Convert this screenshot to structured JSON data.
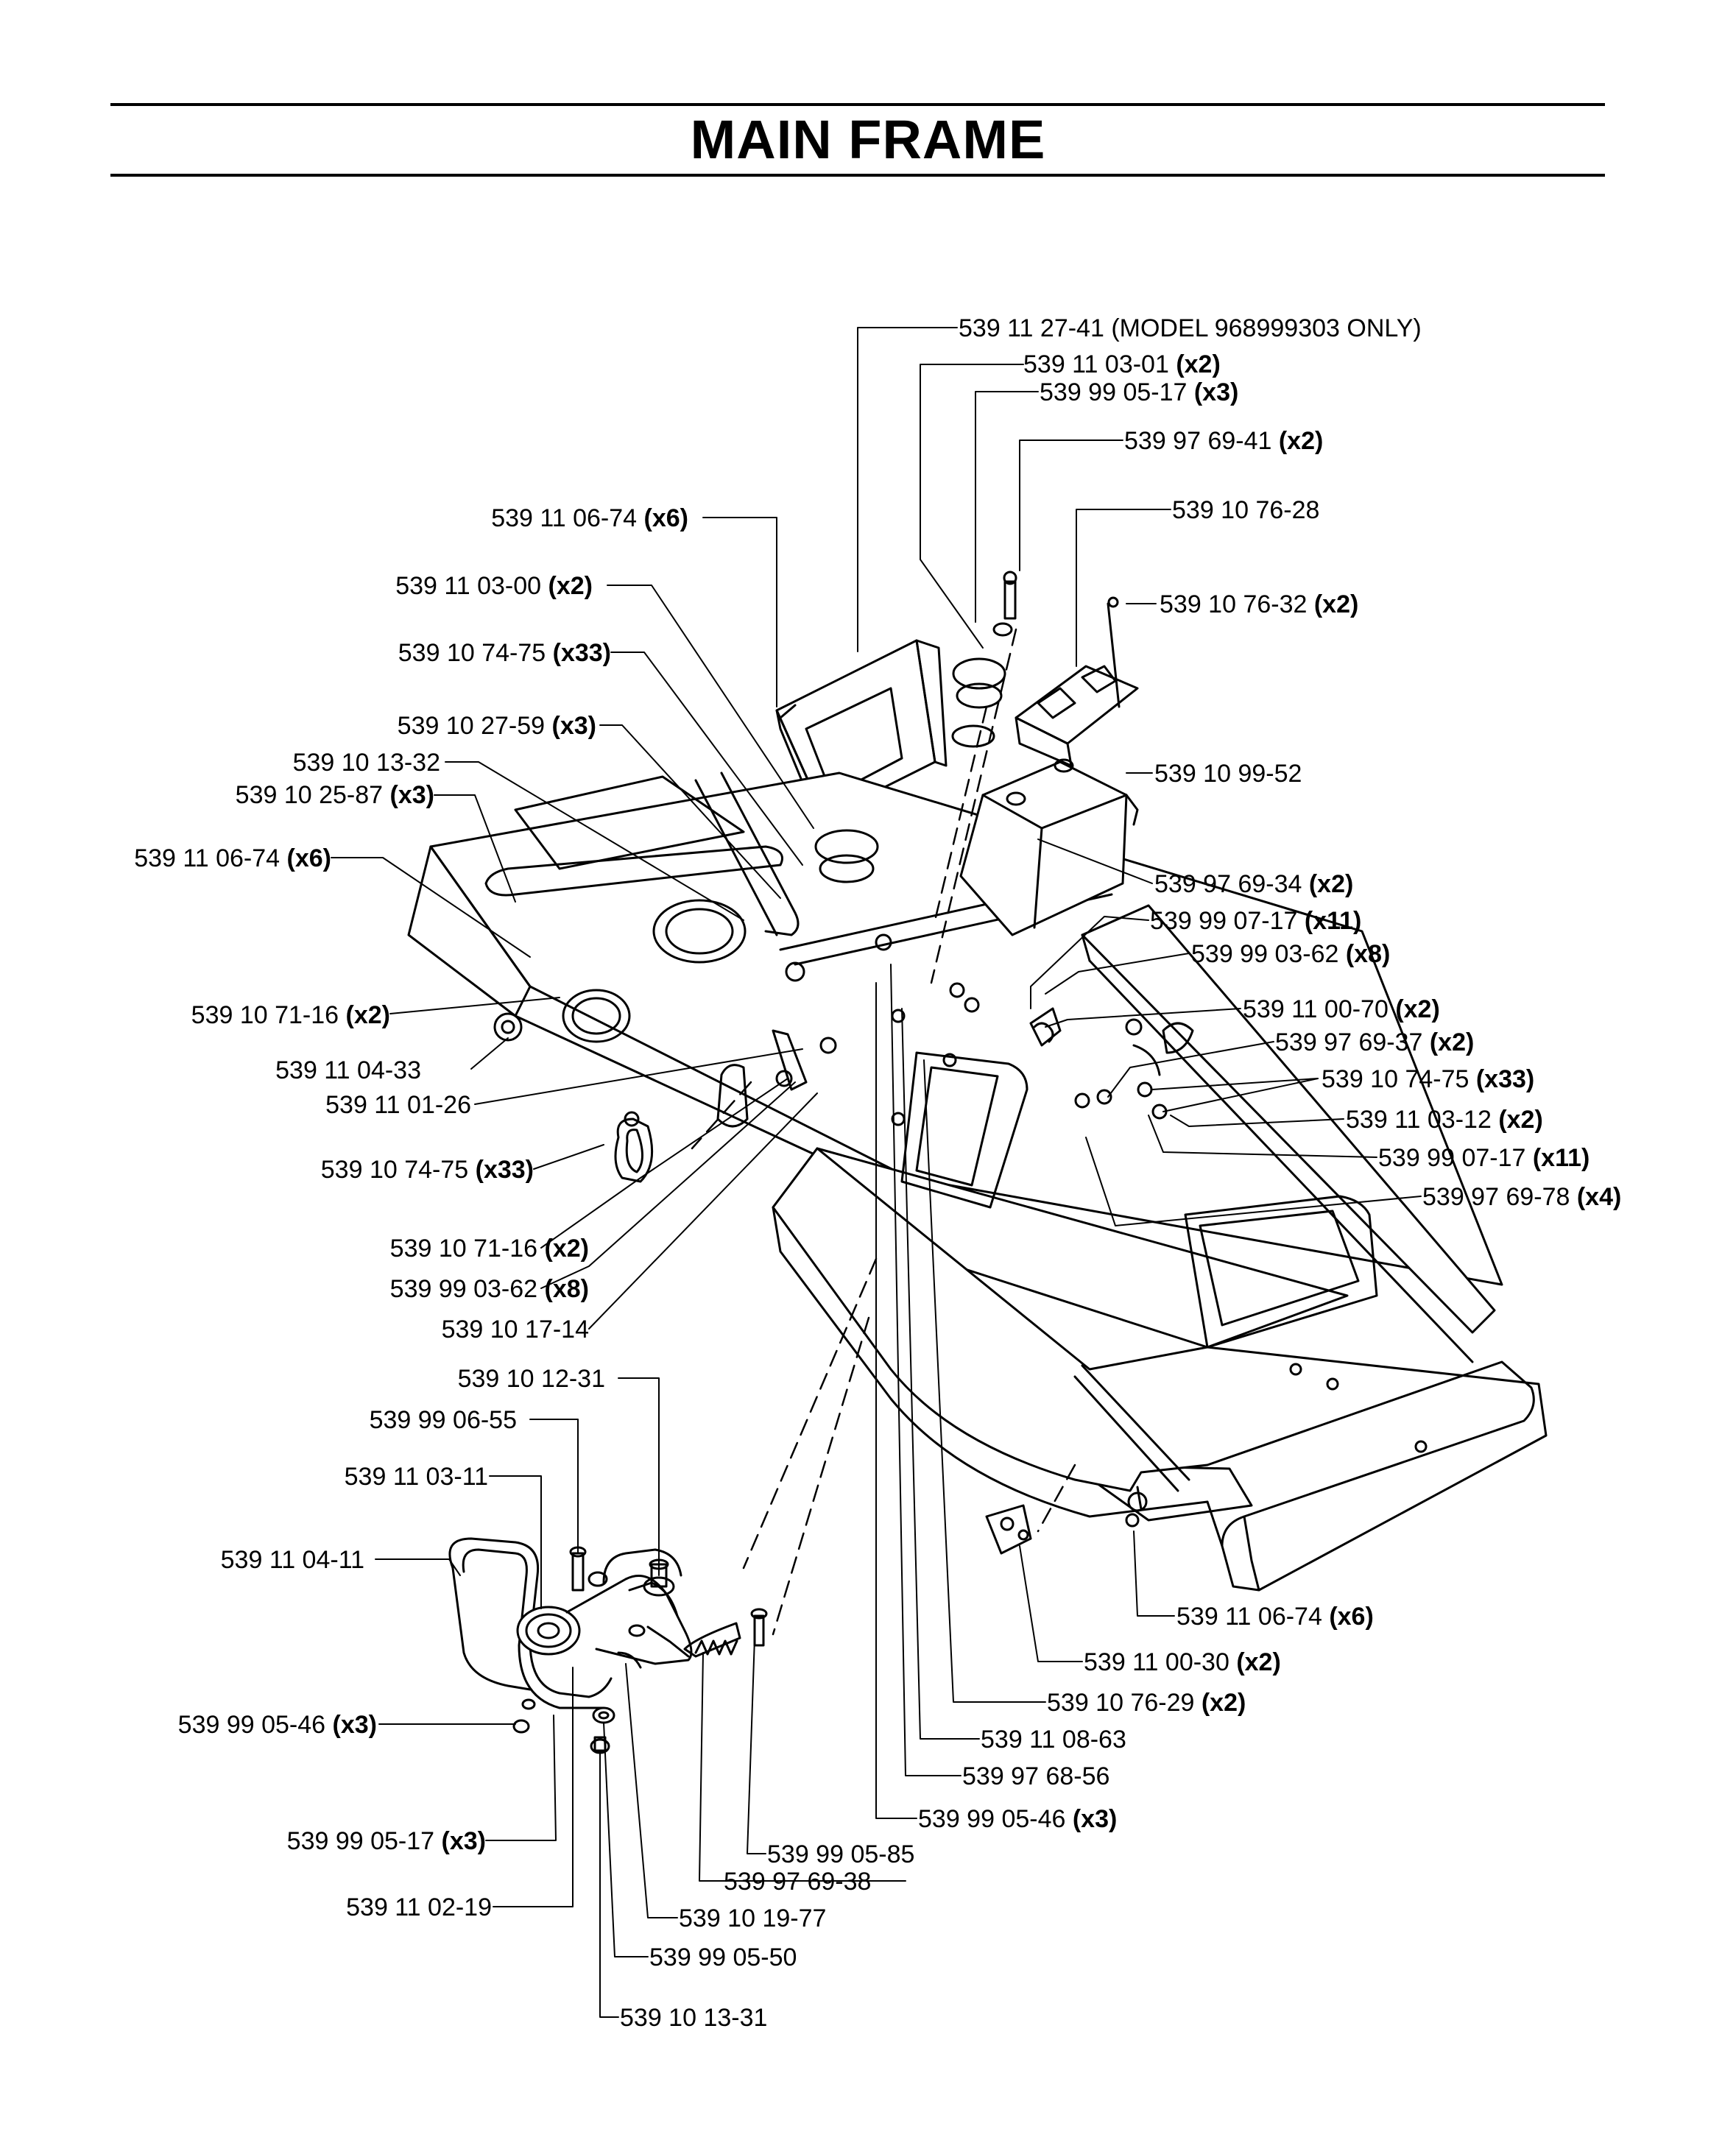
{
  "title": "MAIN FRAME",
  "labels": [
    {
      "id": "l1",
      "part": "539 11 27-41",
      "qty": "",
      "note": "(MODEL 968999303 ONLY)"
    },
    {
      "id": "l2",
      "part": "539 11 03-01",
      "qty": "(x2)"
    },
    {
      "id": "l3",
      "part": "539 99 05-17",
      "qty": "(x3)"
    },
    {
      "id": "l4",
      "part": "539 97 69-41",
      "qty": "(x2)"
    },
    {
      "id": "l5",
      "part": "539 10 76-28",
      "qty": ""
    },
    {
      "id": "l6",
      "part": "539 10 76-32",
      "qty": "(x2)"
    },
    {
      "id": "l7",
      "part": "539 11 06-74",
      "qty": "(x6)"
    },
    {
      "id": "l8",
      "part": "539 11 03-00",
      "qty": "(x2)"
    },
    {
      "id": "l9",
      "part": "539 10 74-75",
      "qty": "(x33)"
    },
    {
      "id": "l10",
      "part": "539 10 27-59",
      "qty": "(x3)"
    },
    {
      "id": "l11",
      "part": "539 10 13-32",
      "qty": ""
    },
    {
      "id": "l12",
      "part": "539 10 25-87",
      "qty": "(x3)"
    },
    {
      "id": "l13",
      "part": "539 11 06-74",
      "qty": "(x6)"
    },
    {
      "id": "l14",
      "part": "539 10 99-52",
      "qty": ""
    },
    {
      "id": "l15",
      "part": "539 97 69-34",
      "qty": "(x2)"
    },
    {
      "id": "l16",
      "part": "539 99 07-17",
      "qty": "(x11)"
    },
    {
      "id": "l17",
      "part": "539 99 03-62",
      "qty": "(x8)"
    },
    {
      "id": "l18",
      "part": "539 10 71-16",
      "qty": "(x2)"
    },
    {
      "id": "l19",
      "part": "539 11 00-70",
      "qty": "(x2)"
    },
    {
      "id": "l20",
      "part": "539 97 69-37",
      "qty": "(x2)"
    },
    {
      "id": "l21",
      "part": "539 11 04-33",
      "qty": ""
    },
    {
      "id": "l22",
      "part": "539 10 74-75",
      "qty": "(x33)"
    },
    {
      "id": "l23",
      "part": "539 11 01-26",
      "qty": ""
    },
    {
      "id": "l24",
      "part": "539 11 03-12",
      "qty": "(x2)"
    },
    {
      "id": "l25",
      "part": "539 99 07-17",
      "qty": "(x11)"
    },
    {
      "id": "l26",
      "part": "539 10 74-75",
      "qty": "(x33)"
    },
    {
      "id": "l27",
      "part": "539 97 69-78",
      "qty": "(x4)"
    },
    {
      "id": "l28",
      "part": "539 10 71-16",
      "qty": "(x2)"
    },
    {
      "id": "l29",
      "part": "539 99 03-62",
      "qty": "(x8)"
    },
    {
      "id": "l30",
      "part": "539 10 17-14",
      "qty": ""
    },
    {
      "id": "l31",
      "part": "539 10 12-31",
      "qty": ""
    },
    {
      "id": "l32",
      "part": "539 99 06-55",
      "qty": ""
    },
    {
      "id": "l33",
      "part": "539 11 03-11",
      "qty": ""
    },
    {
      "id": "l34",
      "part": "539 11 04-11",
      "qty": ""
    },
    {
      "id": "l35",
      "part": "539 11 06-74",
      "qty": "(x6)"
    },
    {
      "id": "l36",
      "part": "539 11 00-30",
      "qty": "(x2)"
    },
    {
      "id": "l37",
      "part": "539 10 76-29",
      "qty": "(x2)"
    },
    {
      "id": "l38",
      "part": "539 99 05-46",
      "qty": "(x3)"
    },
    {
      "id": "l39",
      "part": "539 11 08-63",
      "qty": ""
    },
    {
      "id": "l40",
      "part": "539 97 68-56",
      "qty": ""
    },
    {
      "id": "l41",
      "part": "539 99 05-46",
      "qty": "(x3)"
    },
    {
      "id": "l42",
      "part": "539 99 05-17",
      "qty": "(x3)"
    },
    {
      "id": "l43",
      "part": "539 99 05-85",
      "qty": ""
    },
    {
      "id": "l44",
      "part": "539 97 69-38",
      "qty": ""
    },
    {
      "id": "l45",
      "part": "539 11 02-19",
      "qty": ""
    },
    {
      "id": "l46",
      "part": "539 10 19-77",
      "qty": ""
    },
    {
      "id": "l47",
      "part": "539 99 05-50",
      "qty": ""
    },
    {
      "id": "l48",
      "part": "539 10 13-31",
      "qty": ""
    }
  ]
}
